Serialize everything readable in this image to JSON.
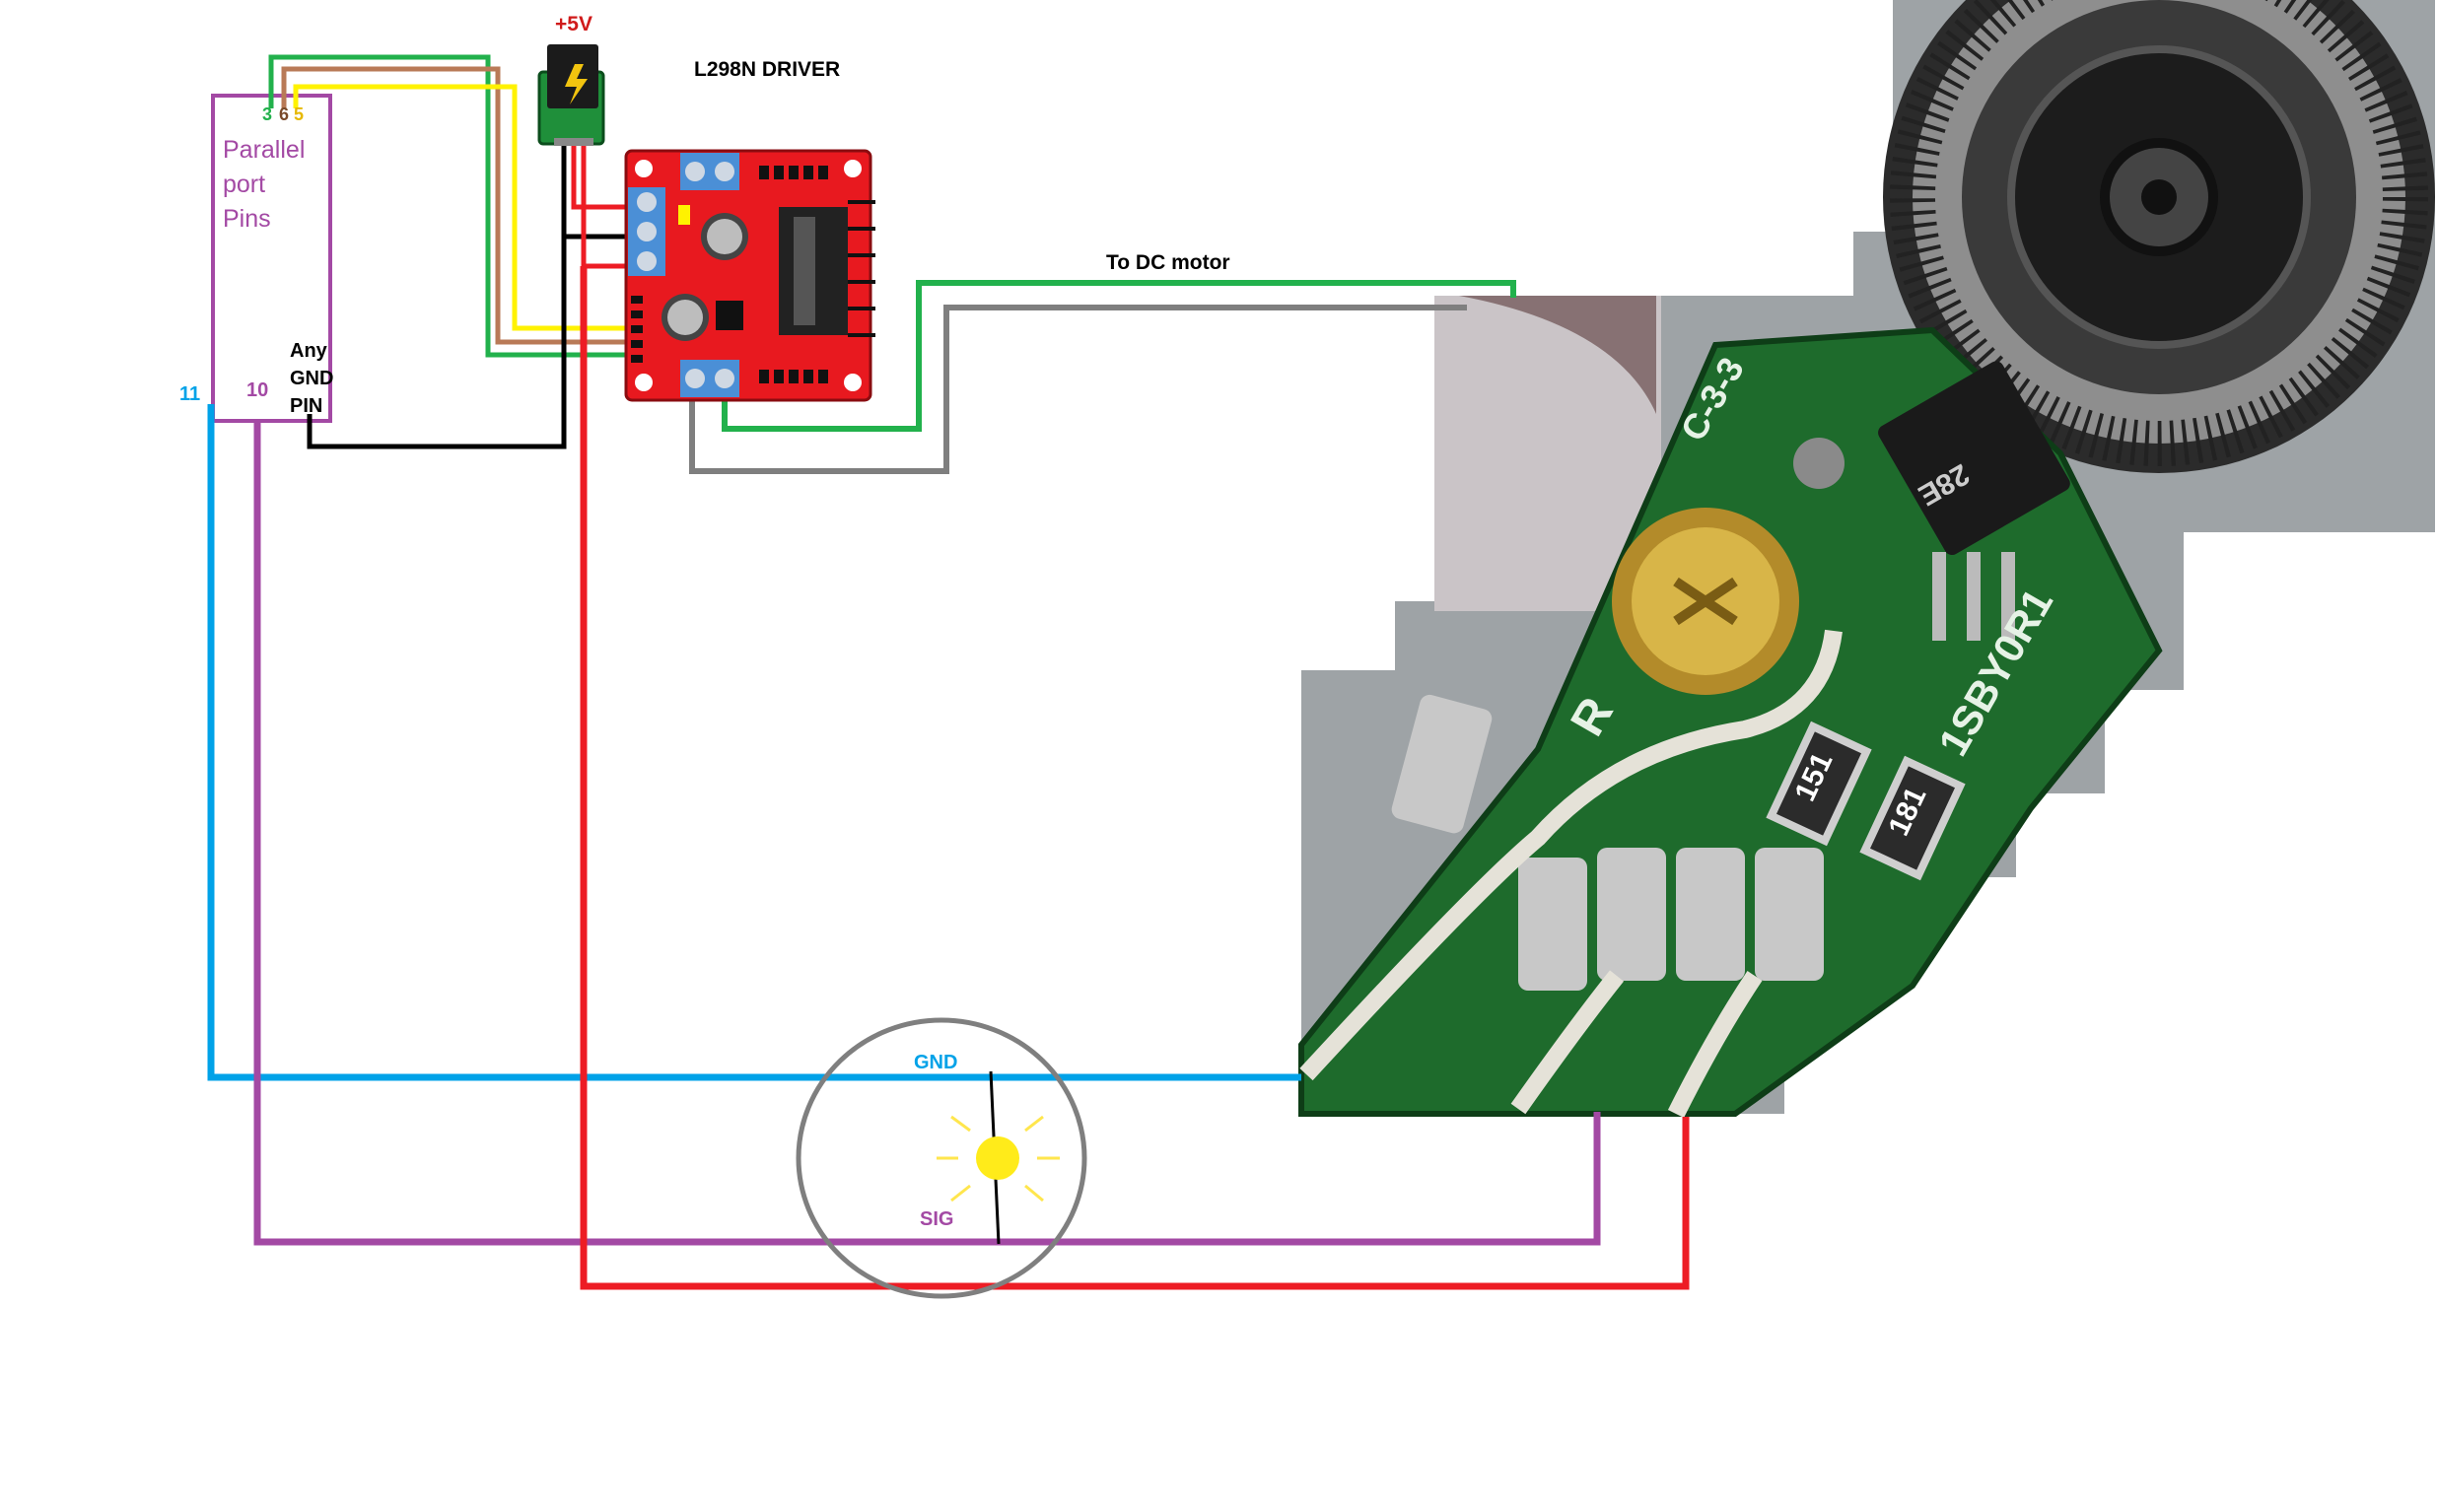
{
  "labels": {
    "supply": "+5V",
    "driver_title": "L298N DRIVER",
    "motor": "To DC motor",
    "pin_3": "3",
    "pin_6": "6",
    "pin_5": "5",
    "parallel_port_line1": "Parallel",
    "parallel_port_line2": "port",
    "parallel_port_line3": "Pins",
    "gnd_pin_line1": "Any",
    "gnd_pin_line2": "GND",
    "gnd_pin_line3": "PIN",
    "pin_11": "11",
    "pin_10": "10",
    "sensor_gnd": "GND",
    "sensor_sig": "SIG",
    "board_silk_r": "R",
    "board_silk_code1": "1SBY0R1",
    "board_silk_code2": "C-3-3",
    "resistor_1": "151",
    "resistor_2": "181",
    "optical_sensor_mark": "28E"
  },
  "colors": {
    "wire_green": "#22b14c",
    "wire_orange": "#b97a57",
    "wire_yellow": "#fff200",
    "wire_black": "#000000",
    "wire_red": "#ed1c24",
    "wire_blue": "#00a2e8",
    "wire_purple": "#a349a4",
    "wire_gray": "#7f7f7f",
    "port_box": "#a349a4",
    "driver_board": "#e8191f",
    "sensor_pcb": "#1e6b2c"
  },
  "icons": {
    "light": "sun-icon",
    "barrel_jack": "power-jack-icon"
  }
}
